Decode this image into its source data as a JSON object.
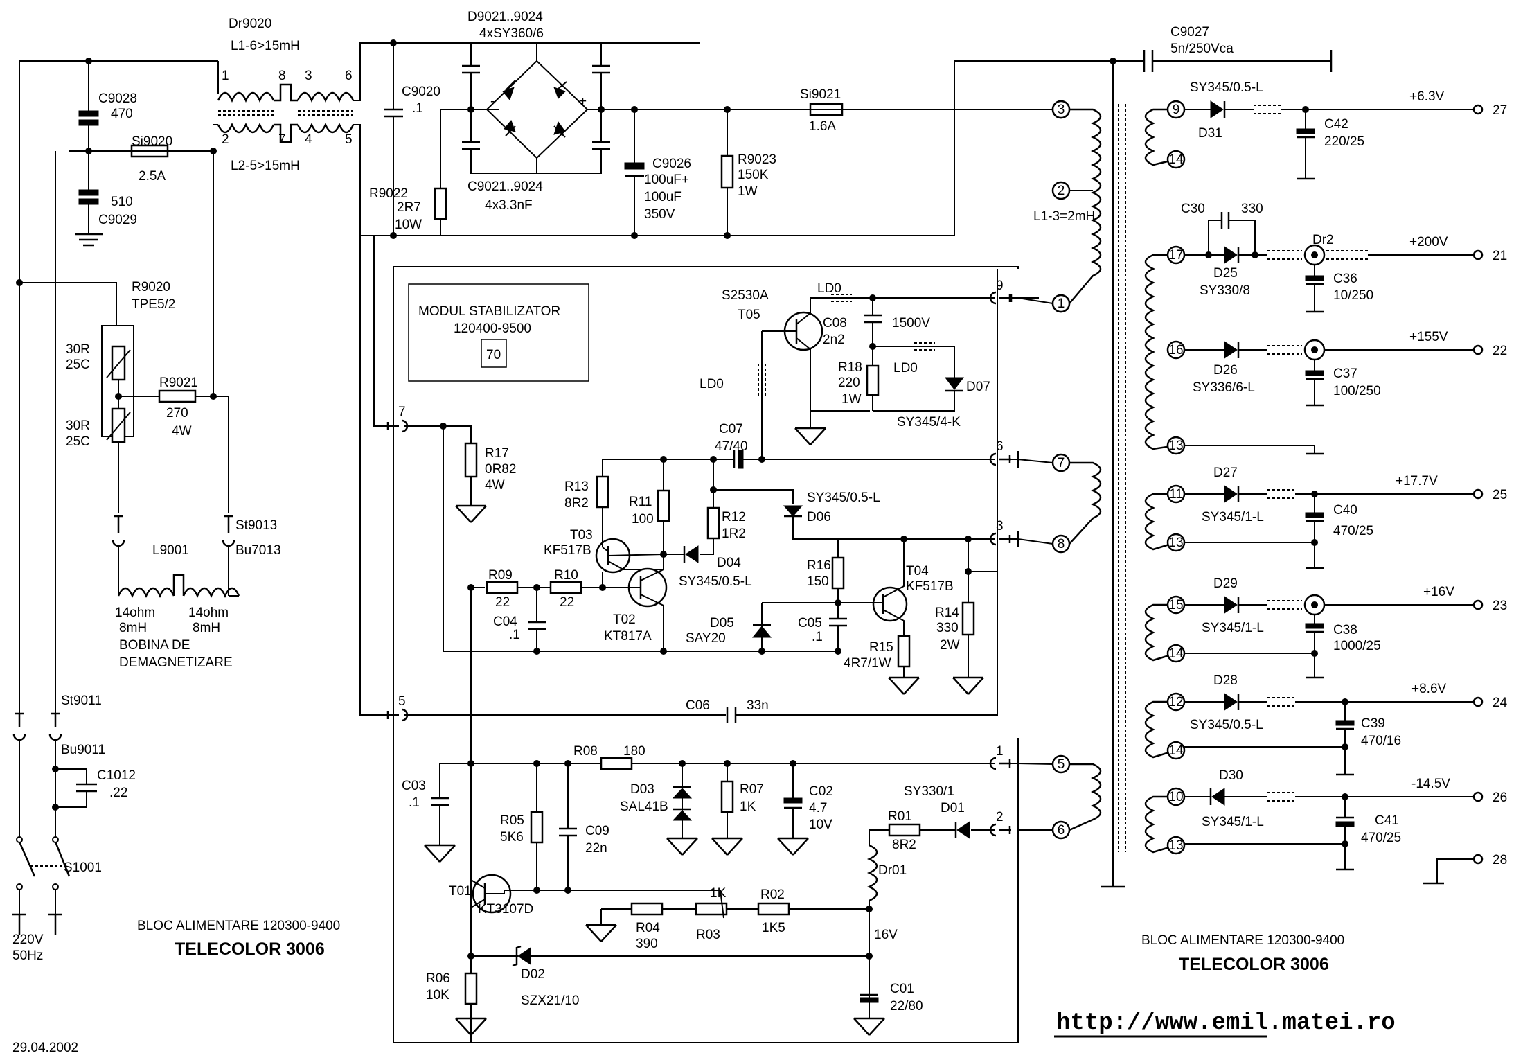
{
  "title_block": {
    "left_subtitle": "BLOC ALIMENTARE 120300-9400",
    "left_title": "TELECOLOR 3006",
    "right_subtitle": "BLOC ALIMENTARE 120300-9400",
    "right_title": "TELECOLOR 3006",
    "date": "29.04.2002",
    "url": "http://www.emil.matei.ro"
  },
  "module_box": {
    "line1": "MODUL STABILIZATOR",
    "line2": "120400-9500",
    "number": "70"
  },
  "input": {
    "voltage": "220V",
    "freq": "50Hz",
    "switch": "S1001",
    "st9011": "St9011",
    "bu9011": "Bu9011",
    "c1012": "C1012",
    "c1012_val": ".22"
  },
  "filter": {
    "dr9020": "Dr9020",
    "dr_l16": "L1-6>15mH",
    "dr_l25": "L2-5>15mH",
    "pin1": "1",
    "pin8": "8",
    "pin3": "3",
    "pin6": "6",
    "pin2": "2",
    "pin7": "7",
    "pin4": "4",
    "pin5": "5",
    "c9028": "C9028",
    "c9028_val": "470",
    "c9029": "C9029",
    "c9029_val": "510",
    "si9020": "Si9020",
    "si9020_val": "2.5A",
    "c9020": "C9020",
    "c9020_val": ".1",
    "r9022": "R9022",
    "r9022_v1": "2R7",
    "r9022_v2": "10W"
  },
  "degauss": {
    "r9020": "R9020",
    "tpe": "TPE5/2",
    "p1a": "30R",
    "p1b": "25C",
    "p2a": "30R",
    "p2b": "25C",
    "r9021": "R9021",
    "r9021_v1": "270",
    "r9021_v2": "4W",
    "st9013": "St9013",
    "bu7013": "Bu7013",
    "l9001": "L9001",
    "coil1a": "14ohm",
    "coil1b": "8mH",
    "coil2a": "14ohm",
    "coil2b": "8mH",
    "label1": "BOBINA DE",
    "label2": "DEMAGNETIZARE"
  },
  "bridge": {
    "d_top": "D9021..9024",
    "d_top_val": "4xSY360/6",
    "c_bot": "C9021..9024",
    "c_bot_val": "4x3.3nF",
    "minus": "-",
    "plus": "+",
    "c9026": "C9026",
    "c9026_v1": "100uF+",
    "c9026_v2": "100uF",
    "c9026_v3": "350V",
    "r9023": "R9023",
    "r9023_v1": "150K",
    "r9023_v2": "1W",
    "si9021": "Si9021",
    "si9021_val": "1.6A",
    "c9027": "C9027",
    "c9027_val": "5n/250Vca",
    "trafo_l13": "L1-3=2mH"
  },
  "stabilizer": {
    "t05": "T05",
    "t05_type": "S2530A",
    "ld0_a": "LD0",
    "ld0_b": "LD0",
    "ld0_c": "LD0",
    "c08": "C08",
    "c08_val": "2n2",
    "c08_v": "1500V",
    "r18": "R18",
    "r18_v1": "220",
    "r18_v2": "1W",
    "d07": "D07",
    "d07_type": "SY345/4-K",
    "c07": "C07",
    "c07_val": "47/40",
    "r17": "R17",
    "r17_v1": "0R82",
    "r17_v2": "4W",
    "r13": "R13",
    "r13_val": "8R2",
    "r11": "R11",
    "r11_val": "100",
    "r12": "R12",
    "r12_val": "1R2",
    "t03": "T03",
    "t03_type": "KF517B",
    "d04": "D04",
    "d04_type": "SY345/0.5-L",
    "d06": "D06",
    "d06_type": "SY345/0.5-L",
    "r09": "R09",
    "r09_val": "22",
    "r10": "R10",
    "r10_val": "22",
    "c04": "C04",
    "c04_val": ".1",
    "t02": "T02",
    "t02_type": "KT817A",
    "d05": "D05",
    "d05_type": "SAY20",
    "r16": "R16",
    "r16_val": "150",
    "c05": "C05",
    "c05_val": ".1",
    "t04": "T04",
    "t04_type": "KF517B",
    "r15": "R15",
    "r15_val": "4R7/1W",
    "r14": "R14",
    "r14_v1": "330",
    "r14_v2": "2W",
    "c06": "C06",
    "c06_val": "33n",
    "conn9": "9",
    "conn7": "7",
    "conn6": "6",
    "conn3": "3",
    "conn5": "5",
    "conn1": "1",
    "conn2": "2"
  },
  "driver": {
    "r08": "R08",
    "r08_val": "180",
    "c03": "C03",
    "c03_val": ".1",
    "d03": "D03",
    "d03_type": "SAL41B",
    "r07": "R07",
    "r07_val": "1K",
    "c02": "C02",
    "c02_v1": "4.7",
    "c02_v2": "10V",
    "r05": "R05",
    "r05_val": "5K6",
    "c09": "C09",
    "c09_val": "22n",
    "d01": "D01",
    "d01_type": "SY330/1",
    "r01": "R01",
    "r01_val": "8R2",
    "dr01": "Dr01",
    "t01": "T01",
    "t01_type": "KT3107D",
    "r04": "R04",
    "r04_val": "390",
    "r03": "R03",
    "r03_val": "1K",
    "r02": "R02",
    "r02_val": "1K5",
    "v16": "16V",
    "d02": "D02",
    "d02_type": "SZX21/10",
    "r06": "R06",
    "r06_val": "10K",
    "c01": "C01",
    "c01_val": "22/80"
  },
  "trafo_pins": {
    "p3": "3",
    "p2": "2",
    "p1": "1",
    "p7": "7",
    "p8": "8",
    "p5": "5",
    "p6": "6",
    "p9": "9",
    "p14a": "14",
    "p17": "17",
    "p16": "16",
    "p13a": "13",
    "p11": "11",
    "p13b": "13",
    "p15": "15",
    "p14b": "14",
    "p12": "12",
    "p14c": "14",
    "p10": "10",
    "p13c": "13"
  },
  "outputs": {
    "o1": {
      "diode": "D31",
      "type": "SY345/0.5-L",
      "cap": "C42",
      "cap_val": "220/25",
      "volt": "+6.3V",
      "term": "27"
    },
    "o2": {
      "diode": "D25",
      "type": "SY330/8",
      "cap": "C36",
      "cap_val": "10/250",
      "volt": "+200V",
      "term": "21",
      "c30": "C30",
      "c30_val": "330",
      "dr2": "Dr2"
    },
    "o3": {
      "diode": "D26",
      "type": "SY336/6-L",
      "cap": "C37",
      "cap_val": "100/250",
      "volt": "+155V",
      "term": "22"
    },
    "o4": {
      "diode": "D27",
      "type": "SY345/1-L",
      "cap": "C40",
      "cap_val": "470/25",
      "volt": "+17.7V",
      "term": "25"
    },
    "o5": {
      "diode": "D29",
      "type": "SY345/1-L",
      "cap": "C38",
      "cap_val": "1000/25",
      "volt": "+16V",
      "term": "23"
    },
    "o6": {
      "diode": "D28",
      "type": "SY345/0.5-L",
      "cap": "C39",
      "cap_val": "470/16",
      "volt": "+8.6V",
      "term": "24"
    },
    "o7": {
      "diode": "D30",
      "type": "SY345/1-L",
      "cap": "C41",
      "cap_val": "470/25",
      "volt": "-14.5V",
      "term": "26"
    },
    "o8": {
      "term": "28"
    }
  }
}
